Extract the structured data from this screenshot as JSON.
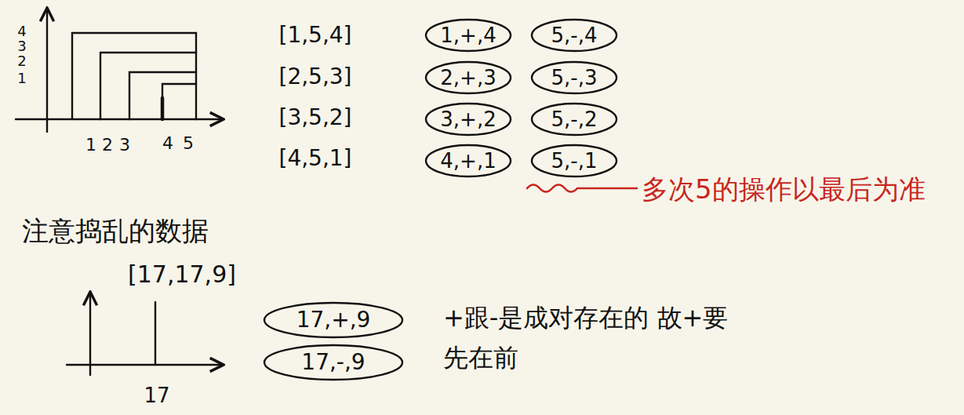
{
  "diagram": {
    "nodes": [
      {
        "text": [
          "1,+,4"
        ]
      },
      {
        "text": [
          "5,-,4"
        ]
      },
      {
        "text": [
          "2,+,3"
        ]
      },
      {
        "text": [
          "5,-,3"
        ]
      },
      {
        "text": [
          "3,+,2"
        ]
      },
      {
        "text": [
          "5,-,2"
        ]
      },
      {
        "text": [
          "4,+,1"
        ]
      },
      {
        "text": [
          "5,-,1"
        ]
      },
      {
        "text": [
          "17,+,9"
        ]
      },
      {
        "text": [
          "17,-,9"
        ]
      }
    ],
    "labels": [
      "4",
      "3",
      "2",
      "1",
      "1",
      "2",
      "3",
      "4",
      "5",
      "[1,5,4]",
      "[2,5,3]",
      "[3,5,2]",
      "[4,5,1]",
      "多次5的操作以最后为准",
      "注意捣乱的数据",
      "[17,17,9]",
      "17",
      "+跟-是成对存在的 故+要先在前"
    ]
  }
}
